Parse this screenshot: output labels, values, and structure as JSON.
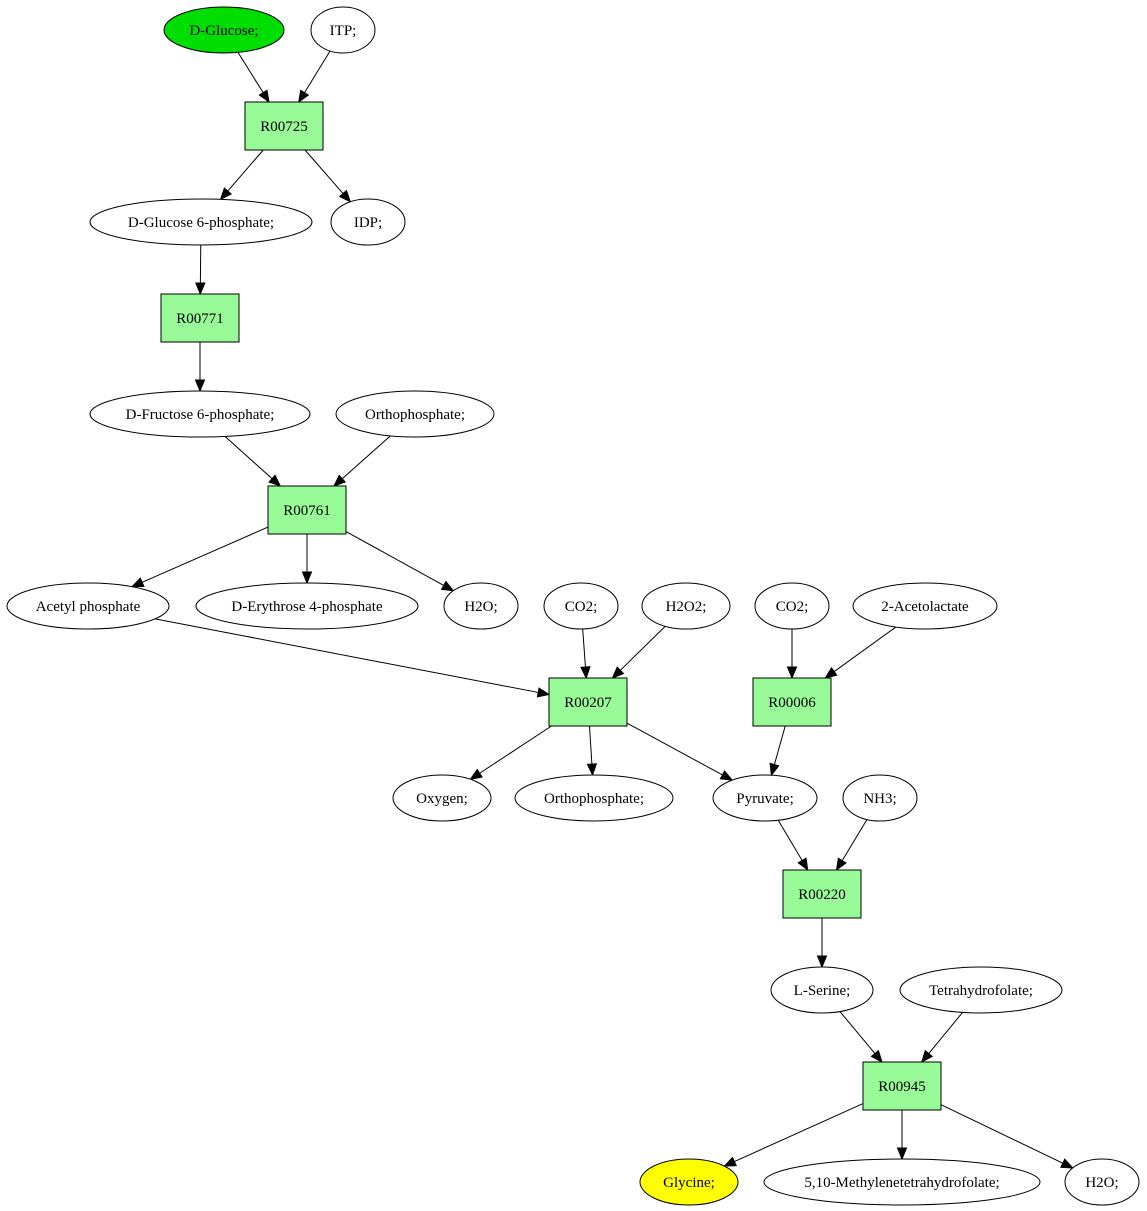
{
  "colors": {
    "reaction_fill": "#98fb98",
    "compound_fill": "#ffffff",
    "start_fill": "#00dd00",
    "end_fill": "#ffff00",
    "stroke": "#000000"
  },
  "nodes": {
    "n_glucose": {
      "label": "D-Glucose;",
      "kind": "compound",
      "role": "start"
    },
    "n_itp": {
      "label": "ITP;",
      "kind": "compound"
    },
    "r00725": {
      "label": "R00725",
      "kind": "reaction"
    },
    "n_g6p": {
      "label": "D-Glucose 6-phosphate;",
      "kind": "compound"
    },
    "n_idp": {
      "label": "IDP;",
      "kind": "compound"
    },
    "r00771": {
      "label": "R00771",
      "kind": "reaction"
    },
    "n_f6p": {
      "label": "D-Fructose 6-phosphate;",
      "kind": "compound"
    },
    "n_pi1": {
      "label": "Orthophosphate;",
      "kind": "compound"
    },
    "r00761": {
      "label": "R00761",
      "kind": "reaction"
    },
    "n_acp": {
      "label": "Acetyl phosphate",
      "kind": "compound"
    },
    "n_e4p": {
      "label": "D-Erythrose 4-phosphate",
      "kind": "compound"
    },
    "n_h2o1": {
      "label": "H2O;",
      "kind": "compound"
    },
    "n_co2a": {
      "label": "CO2;",
      "kind": "compound"
    },
    "n_h2o2": {
      "label": "H2O2;",
      "kind": "compound"
    },
    "n_co2b": {
      "label": "CO2;",
      "kind": "compound"
    },
    "n_acl": {
      "label": "2-Acetolactate",
      "kind": "compound"
    },
    "r00207": {
      "label": "R00207",
      "kind": "reaction"
    },
    "r00006": {
      "label": "R00006",
      "kind": "reaction"
    },
    "n_o2": {
      "label": "Oxygen;",
      "kind": "compound"
    },
    "n_pi2": {
      "label": "Orthophosphate;",
      "kind": "compound"
    },
    "n_pyr": {
      "label": "Pyruvate;",
      "kind": "compound"
    },
    "n_nh3": {
      "label": "NH3;",
      "kind": "compound"
    },
    "r00220": {
      "label": "R00220",
      "kind": "reaction"
    },
    "n_ser": {
      "label": "L-Serine;",
      "kind": "compound"
    },
    "n_thf": {
      "label": "Tetrahydrofolate;",
      "kind": "compound"
    },
    "r00945": {
      "label": "R00945",
      "kind": "reaction"
    },
    "n_gly": {
      "label": "Glycine;",
      "kind": "compound",
      "role": "end"
    },
    "n_mthf": {
      "label": "5,10-Methylenetetrahydrofolate;",
      "kind": "compound"
    },
    "n_h2o3": {
      "label": "H2O;",
      "kind": "compound"
    }
  },
  "edges": [
    [
      "n_glucose",
      "r00725"
    ],
    [
      "n_itp",
      "r00725"
    ],
    [
      "r00725",
      "n_g6p"
    ],
    [
      "r00725",
      "n_idp"
    ],
    [
      "n_g6p",
      "r00771"
    ],
    [
      "r00771",
      "n_f6p"
    ],
    [
      "n_f6p",
      "r00761"
    ],
    [
      "n_pi1",
      "r00761"
    ],
    [
      "r00761",
      "n_acp"
    ],
    [
      "r00761",
      "n_e4p"
    ],
    [
      "r00761",
      "n_h2o1"
    ],
    [
      "n_acp",
      "r00207"
    ],
    [
      "n_co2a",
      "r00207"
    ],
    [
      "n_h2o2",
      "r00207"
    ],
    [
      "n_co2b",
      "r00006"
    ],
    [
      "n_acl",
      "r00006"
    ],
    [
      "r00207",
      "n_o2"
    ],
    [
      "r00207",
      "n_pi2"
    ],
    [
      "r00207",
      "n_pyr"
    ],
    [
      "r00006",
      "n_pyr"
    ],
    [
      "n_pyr",
      "r00220"
    ],
    [
      "n_nh3",
      "r00220"
    ],
    [
      "r00220",
      "n_ser"
    ],
    [
      "n_ser",
      "r00945"
    ],
    [
      "n_thf",
      "r00945"
    ],
    [
      "r00945",
      "n_gly"
    ],
    [
      "r00945",
      "n_mthf"
    ],
    [
      "r00945",
      "n_h2o3"
    ]
  ]
}
